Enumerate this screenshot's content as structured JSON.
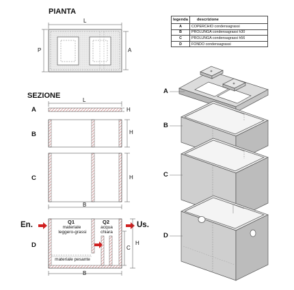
{
  "plan": {
    "title": "PIANTA",
    "dim_length": "L",
    "dim_depth": "P",
    "dim_width": "A"
  },
  "legend": {
    "header_key": "legenda",
    "header_desc": "descrizione",
    "rows": [
      {
        "key": "A",
        "desc": "COPERCHIO condensagrassi"
      },
      {
        "key": "B",
        "desc": "PROLUNGA condensagrassi h30"
      },
      {
        "key": "C",
        "desc": "PROLUNGA condensagrassi h56"
      },
      {
        "key": "D",
        "desc": "FONDO condensagrassi"
      }
    ]
  },
  "section": {
    "title": "SEZIONE",
    "row_labels": [
      "A",
      "B",
      "C",
      "D"
    ],
    "dim_length": "L",
    "dim_height": "H",
    "dim_width": "B",
    "dim_c": "C"
  },
  "bottom": {
    "inlet": "En.",
    "outlet": "Us.",
    "q1_title": "Q1",
    "q1_line1": "materiale",
    "q1_line2": "leggero-grassi",
    "q2_title": "Q2",
    "q2_line1": "acqua",
    "q2_line2": "chiara",
    "heavy": "materiale pesante"
  },
  "exploded": {
    "labels": [
      "A",
      "B",
      "C",
      "D"
    ]
  }
}
